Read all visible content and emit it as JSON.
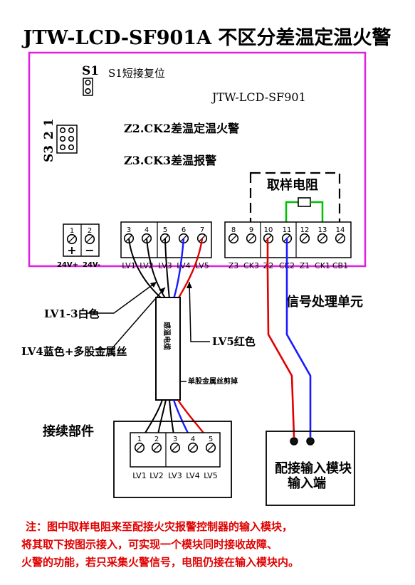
{
  "title": "JTW-LCD-SF901A 不区分差温定温火警",
  "board": {
    "model": "JTW-LCD-SF901",
    "s1_label": "S1",
    "s1_desc": "S1短接复位",
    "s3_label": "S3",
    "s3_pins": "2 1",
    "z2_desc": "Z2.CK2差温定温火警",
    "z3_desc": "Z3.CK3差温报警",
    "resistor_label": "取样电阻",
    "power_terminals": {
      "numbers": [
        "1",
        "2"
      ],
      "signs": [
        "+",
        "−"
      ],
      "labels": [
        "24V+",
        "24V-"
      ]
    },
    "lv_terminals": {
      "numbers": [
        "3",
        "4",
        "5",
        "6",
        "7"
      ],
      "labels": [
        "LV1",
        "LV2",
        "LV3",
        "LV4",
        "LV5"
      ]
    },
    "z_terminals": {
      "numbers": [
        "8",
        "9",
        "10",
        "11",
        "12",
        "13",
        "14"
      ],
      "labels": [
        "Z3",
        "CK3",
        "Z2",
        "CK2",
        "Z1",
        "CK1",
        "CB1"
      ]
    }
  },
  "annotations": {
    "signal_unit": "信号处理单元",
    "lv1_3": "LV1-3白色",
    "lv4": "LV4蓝色+多股金属丝",
    "lv5": "LV5红色",
    "cable": "感温电缆",
    "cut_wire": "单股金属丝剪掉",
    "splice_part": "接续部件"
  },
  "splice": {
    "numbers": [
      "1",
      "2",
      "3",
      "4",
      "5"
    ],
    "labels": [
      "LV1",
      "LV2",
      "LV3",
      "LV4",
      "LV5"
    ]
  },
  "module": {
    "line1": "配接输入模块",
    "line2": "输入端"
  },
  "note": {
    "line1": "注：图中取样电阻来至配接火灾报警控制器的输入模块，",
    "line2": "将其取下按图示接入，可实现一个模块同时接收故障、",
    "line3": "火警的功能，若只采集火警信号，电阻仍接在输入模块内。"
  },
  "colors": {
    "board_border": "#e020e0",
    "wire_red": "#e00000",
    "wire_blue": "#1a1aff",
    "wire_green": "#00c000",
    "note_text": "#e00000"
  }
}
